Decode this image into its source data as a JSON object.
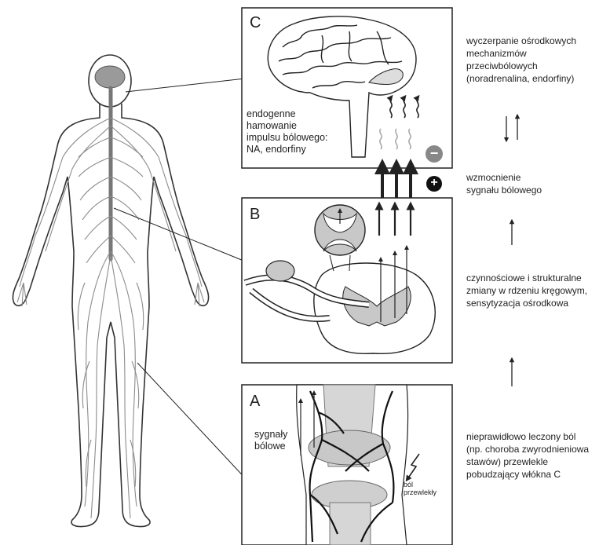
{
  "panels": {
    "c": {
      "letter": "C",
      "text_lines": [
        "endogenne",
        "hamowanie",
        "impulsu bólowego:",
        "NA, endorfiny"
      ],
      "minus_sign": "−"
    },
    "b": {
      "letter": "B"
    },
    "a": {
      "letter": "A",
      "signals_lines": [
        "sygnały",
        "bólowe"
      ],
      "chronic_lines": [
        "ból",
        "przewlekły"
      ]
    }
  },
  "plus_sign": "+",
  "right_column": {
    "top": [
      "wyczerpanie ośrodkowych",
      "mechanizmów",
      "przeciwbólowych",
      "(noradrenalina,  endorfiny)"
    ],
    "amplification": [
      "wzmocnienie",
      "sygnału bólowego"
    ],
    "changes": [
      "czynnościowe i strukturalne",
      "zmiany w rdzeniu kręgowym,",
      "sensytyzacja ośrodkowa"
    ],
    "bottom": [
      "nieprawidłowo leczony ból",
      "(np. choroba zwyrodnieniowa",
      "stawów) przewlekle",
      "pobudzający włókna C"
    ]
  },
  "colors": {
    "outline": "#222222",
    "nerve_gray": "#8c8c8c",
    "tissue_gray": "#c8c8c8",
    "dark_gray": "#7a7a7a"
  }
}
